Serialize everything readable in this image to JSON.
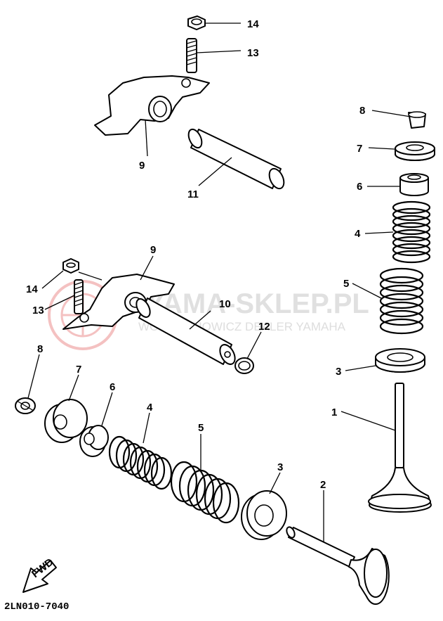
{
  "diagram_code": "2LN010-7040",
  "fwd_label": "FWD",
  "watermark": {
    "brand": "YAMA-SKLEP.PL",
    "dealer": "WOJCIECHOWICZ DEALER YAMAHA"
  },
  "callouts": {
    "upper_nut": "14",
    "upper_stud": "13",
    "upper_rocker_arm": "9",
    "upper_shaft": "11",
    "right_collet": "8",
    "right_retainer": "7",
    "right_seat": "6",
    "right_inner_spring": "4",
    "right_outer_spring": "5",
    "right_spring_seat": "3",
    "exhaust_valve": "1",
    "lower_rocker_arm": "9",
    "lower_nut": "14",
    "lower_stud": "13",
    "lower_shaft": "10",
    "o_ring": "12",
    "left_collet": "8",
    "left_retainer": "7",
    "left_seat": "6",
    "left_inner_spring": "4",
    "left_outer_spring": "5",
    "left_spring_seat": "3",
    "intake_valve": "2"
  }
}
